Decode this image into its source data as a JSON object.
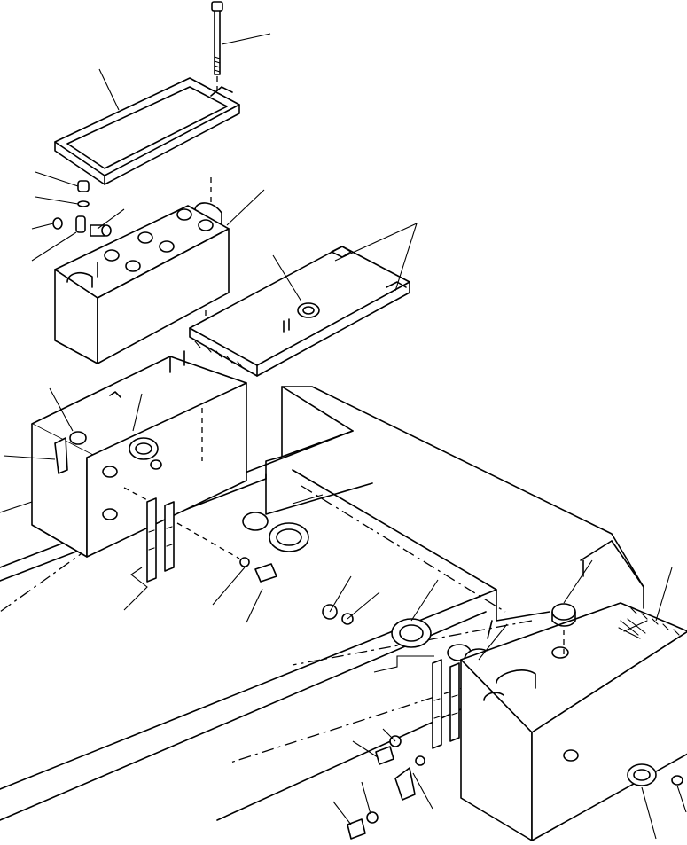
{
  "figure": {
    "type": "exploded parts diagram",
    "parts": [
      {
        "icon": "bolt"
      },
      {
        "icon": "battery-cover"
      },
      {
        "icon": "plug-bolt"
      },
      {
        "icon": "washer"
      },
      {
        "icon": "nut"
      },
      {
        "icon": "terminal-clamp"
      },
      {
        "icon": "battery"
      },
      {
        "icon": "battery-tray"
      },
      {
        "icon": "grommet"
      },
      {
        "icon": "battery-box-left"
      },
      {
        "icon": "latch"
      },
      {
        "icon": "bracket"
      },
      {
        "icon": "frame"
      },
      {
        "icon": "battery-box-right"
      },
      {
        "icon": "cap"
      }
    ]
  }
}
